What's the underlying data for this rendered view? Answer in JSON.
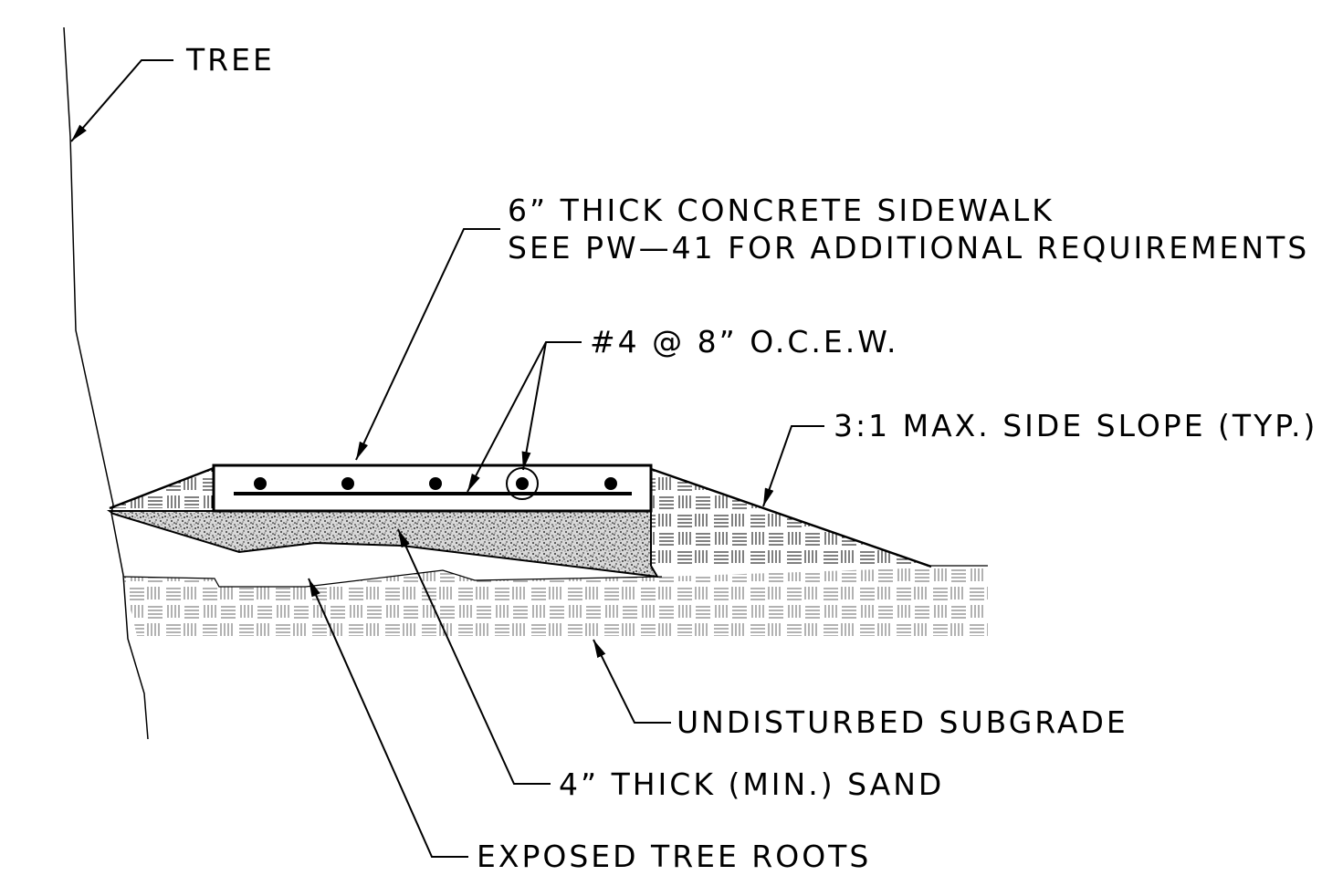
{
  "labels": {
    "tree": "TREE",
    "sidewalk_line1": "6” THICK CONCRETE SIDEWALK",
    "sidewalk_line2": "SEE PW—41 FOR ADDITIONAL REQUIREMENTS",
    "rebar": "#4 @ 8” O.C.E.W.",
    "side_slope": "3:1 MAX. SIDE SLOPE (TYP.)",
    "subgrade": "UNDISTURBED SUBGRADE",
    "sand": "4” THICK (MIN.) SAND",
    "roots": "EXPOSED TREE ROOTS"
  }
}
